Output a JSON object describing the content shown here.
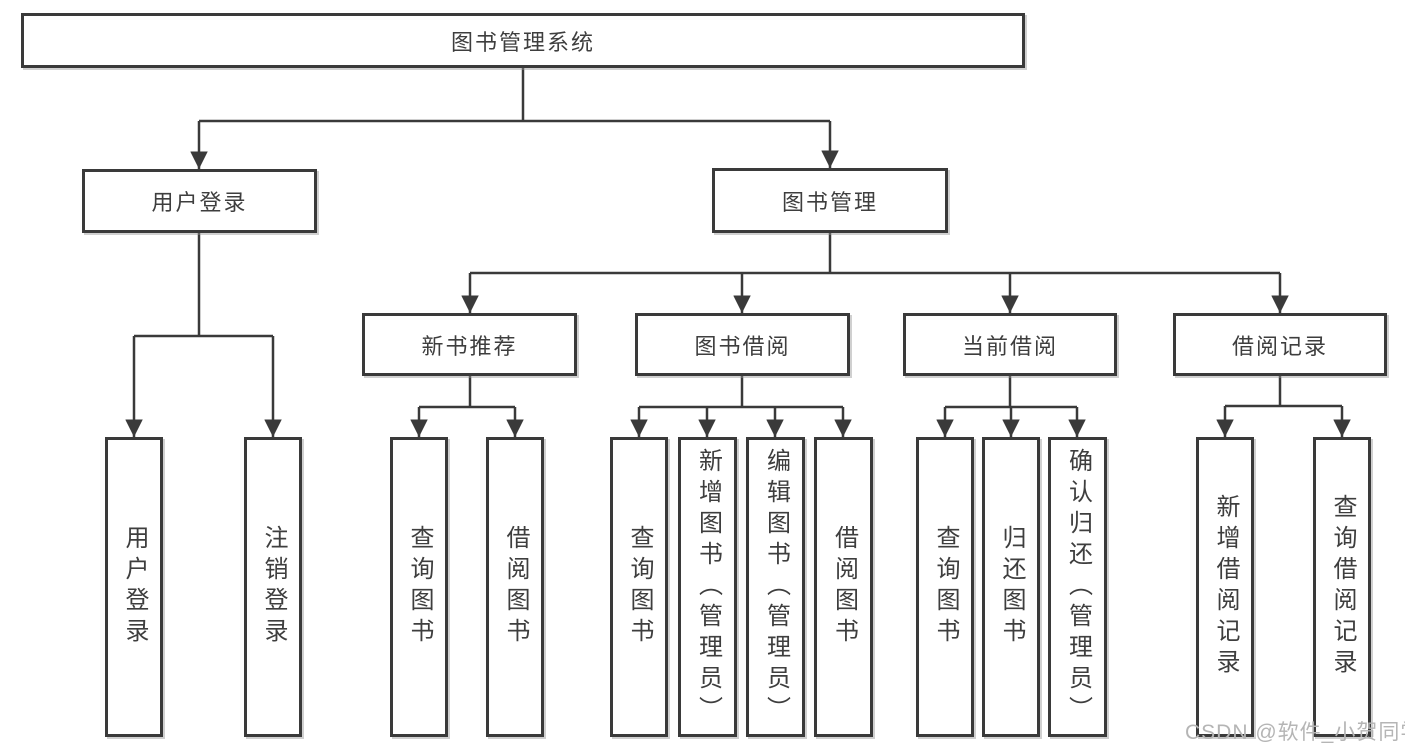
{
  "tree": {
    "root": {
      "label": "图书管理系统"
    },
    "branches": [
      {
        "label": "用户登录",
        "children": [
          {
            "label": "用户登录"
          },
          {
            "label": "注销登录"
          }
        ]
      },
      {
        "label": "图书管理",
        "children": [
          {
            "label": "新书推荐",
            "children": [
              {
                "label": "查询图书"
              },
              {
                "label": "借阅图书"
              }
            ]
          },
          {
            "label": "图书借阅",
            "children": [
              {
                "label": "查询图书"
              },
              {
                "label": "新增图书（管理员）"
              },
              {
                "label": "编辑图书（管理员）"
              },
              {
                "label": "借阅图书"
              }
            ]
          },
          {
            "label": "当前借阅",
            "children": [
              {
                "label": "查询图书"
              },
              {
                "label": "归还图书"
              },
              {
                "label": "确认归还（管理员）"
              }
            ]
          },
          {
            "label": "借阅记录",
            "children": [
              {
                "label": "新增借阅记录"
              },
              {
                "label": "查询借阅记录"
              }
            ]
          }
        ]
      }
    ]
  },
  "watermark": "CSDN @软件_小贺同学",
  "colors": {
    "line": "#3a3a3a",
    "text": "#3e3e3e",
    "background": "#ffffff",
    "watermark": "#b5b5b5"
  }
}
